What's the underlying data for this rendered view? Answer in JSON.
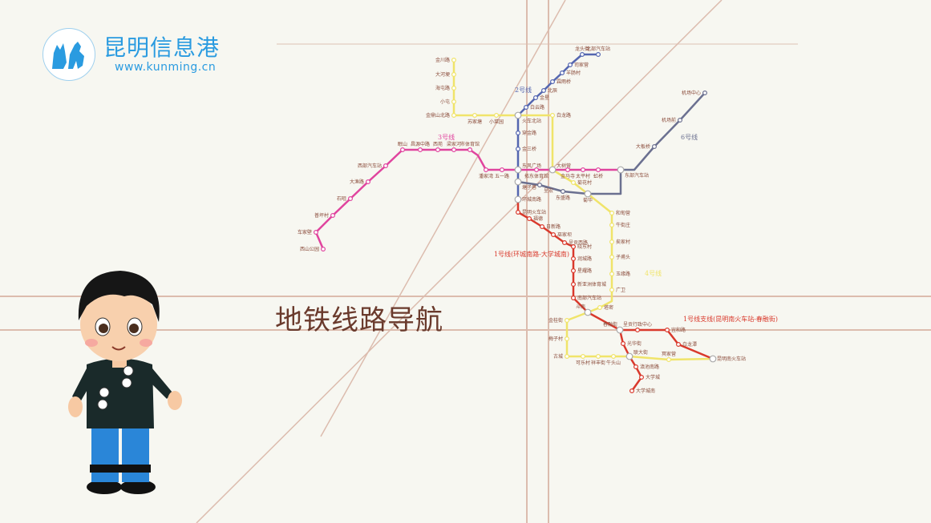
{
  "logo": {
    "name": "昆明信息港",
    "url": "www.kunming.cn"
  },
  "heading": "地铁线路导航",
  "lines": [
    {
      "id": "line4",
      "label": "4号线",
      "color": "#f0e46a",
      "stations": [
        "金川路",
        "大河埂",
        "海屯路",
        "小屯",
        "金鼎山北路",
        "苏家塘",
        "小菜园",
        "火车北站",
        "白龙路",
        "大树营",
        "菊花村",
        "菊华",
        "和甸营",
        "牛街庄",
        "矣家村",
        "子甫头",
        "玉缘路",
        "广卫",
        "塔密",
        "斗南",
        "金桂街",
        "梅子村",
        "古城",
        "可乐村",
        "祥丰街",
        "牛头山",
        "联大街",
        "冥家营",
        "昆明南火车站"
      ]
    },
    {
      "id": "line6",
      "label": "6号线",
      "color": "#6b7090",
      "stations": [
        "塘子巷",
        "呈宏",
        "东盛路",
        "菊华",
        "东部汽车站",
        "大板桥",
        "机场前",
        "机场中心"
      ]
    },
    {
      "id": "line2",
      "label": "2号线",
      "color": "#5466b0",
      "stations": [
        "北部汽车站",
        "龙头街",
        "司家营",
        "羊肠村",
        "霖雨桥",
        "北辰",
        "金星",
        "白云路",
        "火车北站",
        "穿金路",
        "金三桥",
        "东风广场",
        "塘子巷",
        "环城南路"
      ]
    },
    {
      "id": "line3",
      "label": "3号线",
      "color": "#e0449e",
      "stations": [
        "西山公园",
        "车家壁",
        "普坪村",
        "石咀",
        "大渔路",
        "西部汽车站",
        "眠山",
        "昌源中路",
        "西苑",
        "梁家河",
        "市体育馆",
        "潘家湾",
        "五一路",
        "东风广场",
        "拓东体育馆",
        "大树营",
        "金马寺",
        "太平村",
        "虹桥",
        "东部汽车站"
      ]
    },
    {
      "id": "line1",
      "label": "1号线(环城南路-大学城南)",
      "color": "#d9392c",
      "stations": [
        "环城南路",
        "昆明火车站",
        "福德",
        "日新路",
        "巫家坝",
        "呈贡西路",
        "晓东村",
        "润城路",
        "星耀路",
        "新亚洲体育城",
        "南部汽车站",
        "斗南",
        "春融街",
        "光华街",
        "联大街",
        "滇池南路",
        "大学城",
        "大学城南"
      ]
    },
    {
      "id": "line1b",
      "label": "1号线支线(昆明南火车站-春融街)",
      "color": "#d9392c",
      "stations": [
        "春融街",
        "呈贡行政中心",
        "宜和路",
        "白龙潭",
        "昆明南火车站"
      ]
    }
  ],
  "colors": {
    "background": "#f7f7f1",
    "guide": "#d9b8a8",
    "heading": "#6a3a2c",
    "logo": "#2a9be0"
  }
}
